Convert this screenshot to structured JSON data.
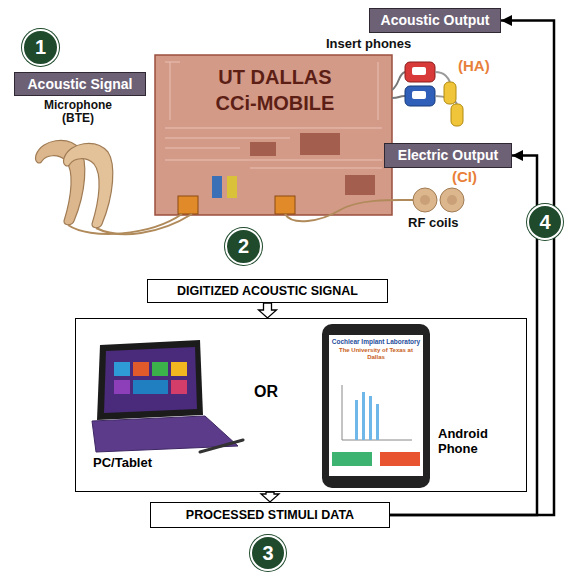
{
  "diagram": {
    "nodes": [
      {
        "text": [
          "1"
        ]
      },
      {
        "text": [
          "Acoustic Signal"
        ]
      },
      {
        "text": [
          "Acoustic Output"
        ]
      },
      {
        "text": [
          "Electric Output"
        ]
      },
      {
        "text": [
          "4"
        ]
      },
      {
        "text": [
          "2"
        ]
      },
      {
        "text": [
          "DIGITIZED ACOUSTIC SIGNAL"
        ]
      },
      {
        "text": [
          "PC/Tablet",
          "OR",
          "Android Phone"
        ]
      },
      {
        "text": [
          "PROCESSED STIMULI DATA"
        ]
      },
      {
        "text": [
          "3"
        ]
      }
    ],
    "edges": [
      {
        "from": 6,
        "to": 7,
        "arrow": "to"
      },
      {
        "from": 7,
        "to": 8,
        "arrow": "to"
      },
      {
        "from": 8,
        "to": 2,
        "arrow": "to"
      },
      {
        "from": 8,
        "to": 3,
        "arrow": "to"
      }
    ],
    "labels": [
      "Microphone (BTE)",
      "Insert phones",
      "(HA)",
      "(CI)",
      "RF coils",
      "UT DALLAS",
      "CCi-MOBILE",
      "Cochlear Implant Laboratory",
      "The University of Texas at Dallas"
    ]
  }
}
